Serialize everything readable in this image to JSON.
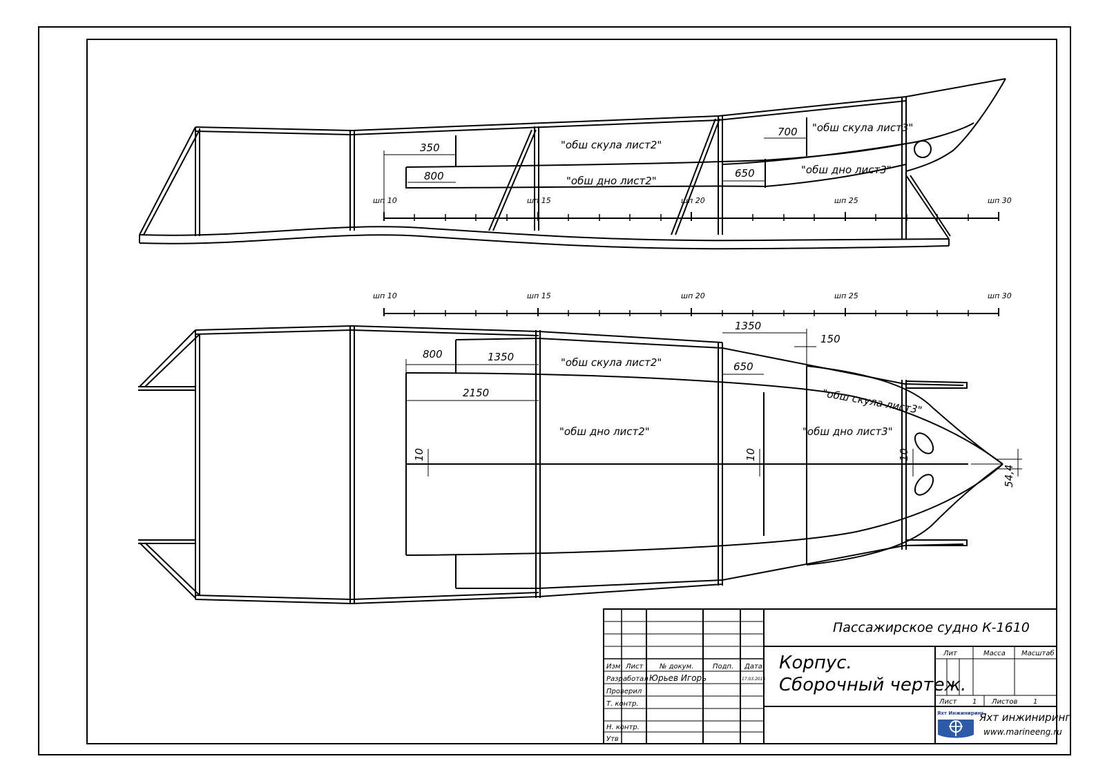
{
  "side_view": {
    "stations": [
      "шп 10",
      "шп 15",
      "шп 20",
      "шп 25",
      "шп 30"
    ],
    "notes": [
      "\"обш скула лист2\"",
      "\"обш дно лист2\"",
      "\"обш скула лист3\"",
      "\"обш дно лист3\""
    ],
    "dims": [
      "350",
      "800",
      "700",
      "650"
    ]
  },
  "plan_view": {
    "stations": [
      "шп 10",
      "шп 15",
      "шп 20",
      "шп 25",
      "шп 30"
    ],
    "notes": [
      "\"обш скула лист2\"",
      "\"обш дно лист2\"",
      "\"обш скула лист3\"",
      "\"обш дно лист3\""
    ],
    "dims": [
      "1350",
      "150",
      "800",
      "1350",
      "650",
      "2150",
      "10",
      "10",
      "10",
      "54,4"
    ]
  },
  "title_block": {
    "project": "Пассажирское судно К-1610",
    "drawing_line1": "Корпус.",
    "drawing_line2": "Сборочный чертеж.",
    "col_headers": [
      "Изм",
      "Лист",
      "№ докум.",
      "Подп.",
      "Дата"
    ],
    "roles": [
      "Разработал",
      "Проверил",
      "Т. контр.",
      "Н. контр.",
      "Утв"
    ],
    "developer": "Юрьев Игорь",
    "date": "17.03.2016",
    "lit_label": "Лит",
    "mass_label": "Масса",
    "scale_label": "Масштаб",
    "sheet_label": "Лист",
    "sheet_value": "1",
    "sheets_label": "Листов",
    "sheets_value": "1",
    "logo_caption": "Яхт Инжиниринг",
    "company": "Яхт инжиниринг",
    "website": "www.marineeng.ru"
  }
}
